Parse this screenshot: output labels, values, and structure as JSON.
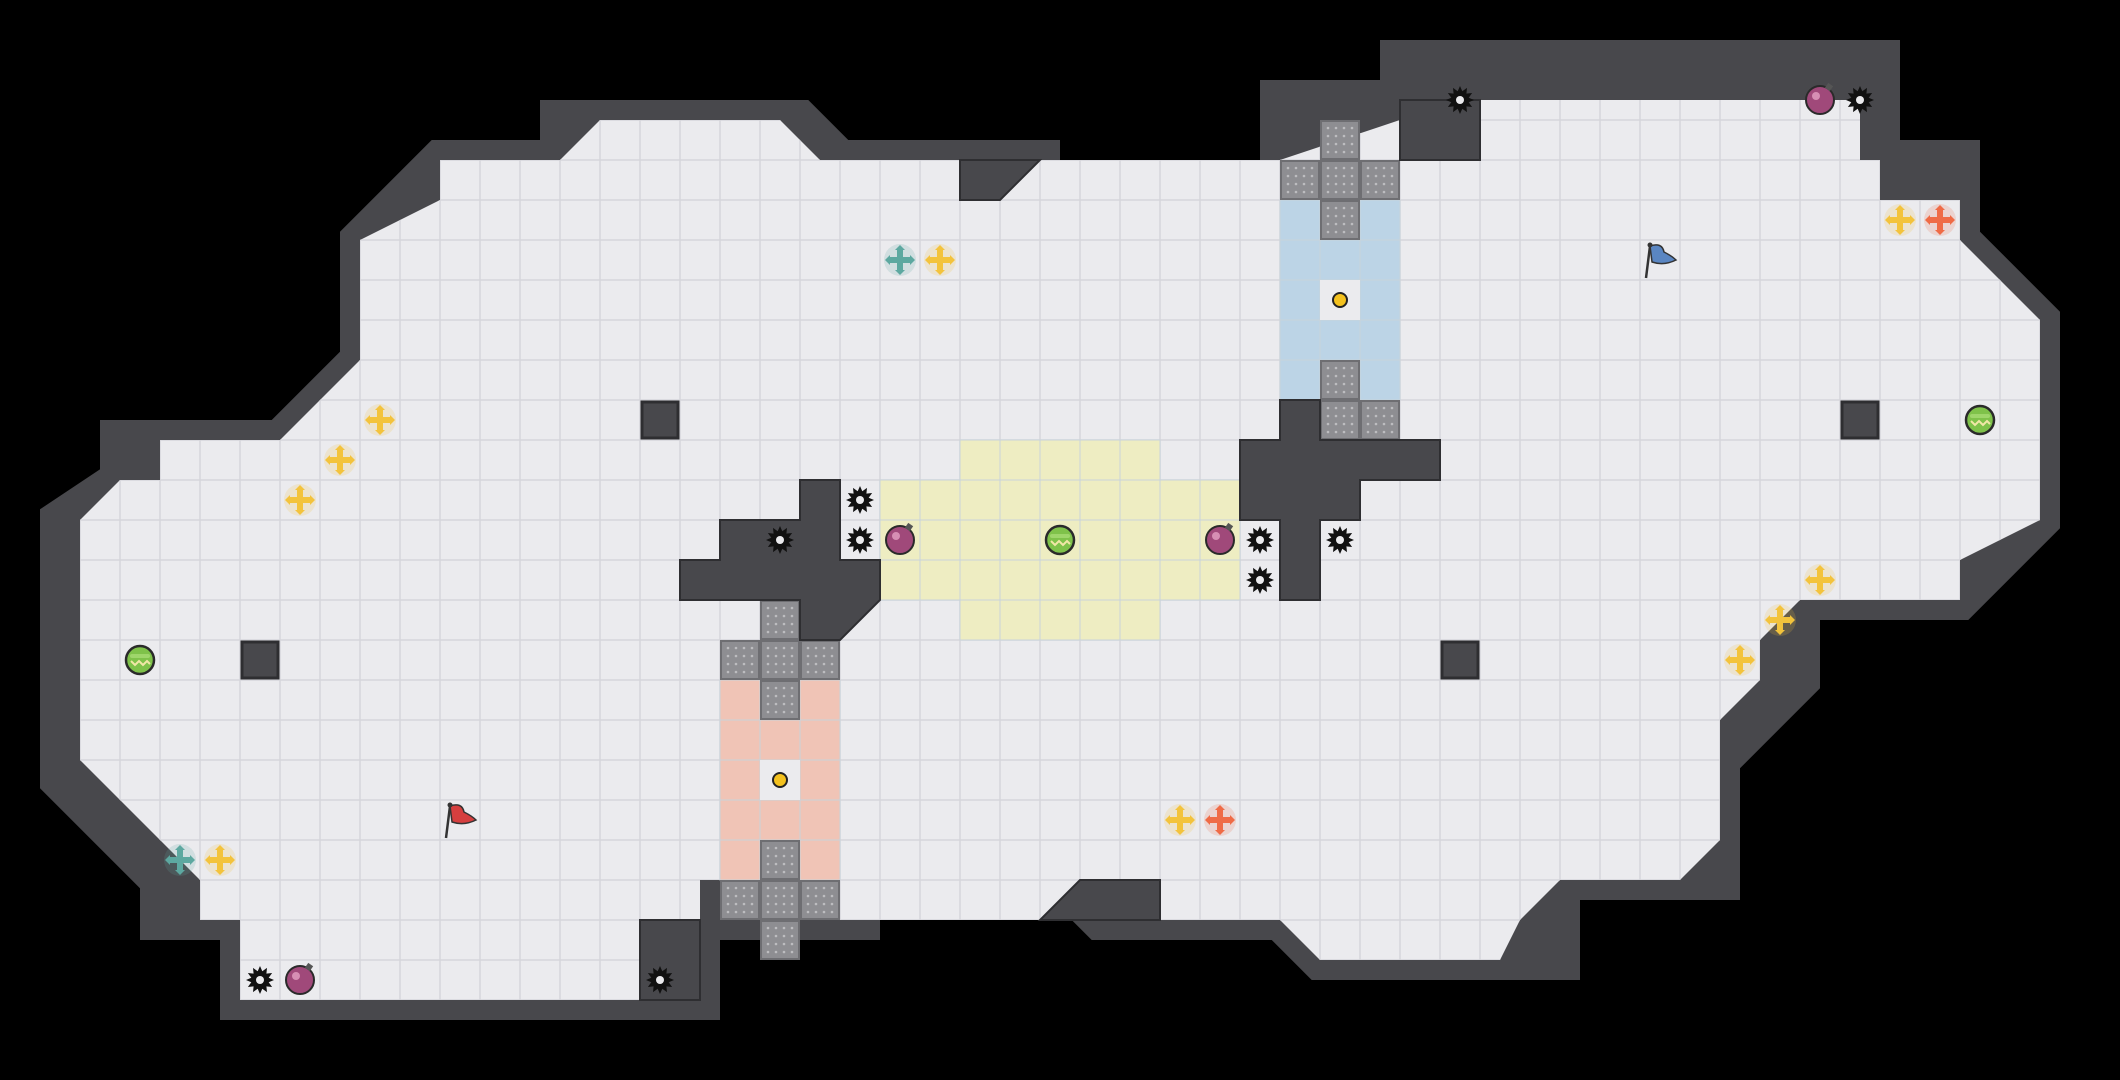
{
  "level": {
    "background_color": "#000000",
    "floor_color": "#EBEBEE",
    "grid_line_color": "#D6D6DB",
    "wall_color": "#48484C",
    "block_color": "#8E8E92",
    "zones": [
      {
        "name": "blue-zone",
        "color": "#BCD4E6"
      },
      {
        "name": "yellow-zone",
        "color": "#EEEDC2"
      },
      {
        "name": "red-zone",
        "color": "#F0C4B6"
      }
    ],
    "item_types": [
      {
        "type": "spike-mine",
        "icon": "spike-mine-icon",
        "color": "#111111"
      },
      {
        "type": "purple-potion",
        "icon": "potion-icon",
        "color": "#A0497A"
      },
      {
        "type": "green-shield",
        "icon": "shield-icon",
        "color": "#7FC24A"
      },
      {
        "type": "yellow-heal",
        "icon": "cross-arrows-icon",
        "color": "#F3C33C"
      },
      {
        "type": "teal-move",
        "icon": "cross-arrows-icon",
        "color": "#5DA8A0"
      },
      {
        "type": "orange-boost",
        "icon": "cross-arrows-icon",
        "color": "#EF6B45"
      },
      {
        "type": "gold-orb",
        "icon": "orb-icon",
        "color": "#F3C11E"
      },
      {
        "type": "red-flag",
        "icon": "flag-icon",
        "color": "#D53F3F"
      },
      {
        "type": "blue-flag",
        "icon": "flag-icon",
        "color": "#5A86C2"
      }
    ]
  }
}
